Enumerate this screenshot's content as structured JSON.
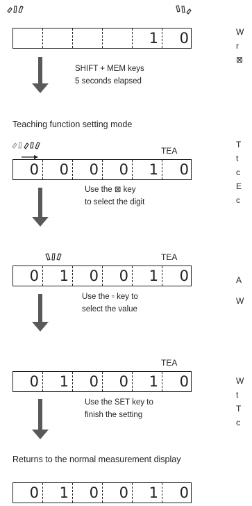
{
  "displays": [
    {
      "digits": [
        "",
        "",
        "",
        "",
        "1",
        "0"
      ]
    },
    {
      "digits": [
        "0",
        "0",
        "0",
        "0",
        "1",
        "0"
      ]
    },
    {
      "digits": [
        "0",
        "1",
        "0",
        "0",
        "1",
        "0"
      ]
    },
    {
      "digits": [
        "0",
        "1",
        "0",
        "0",
        "1",
        "0"
      ]
    },
    {
      "digits": [
        "0",
        "1",
        "0",
        "0",
        "1",
        "0"
      ]
    }
  ],
  "tea_label": "TEA",
  "notes": {
    "shift_mem_line1": "SHIFT + MEM keys",
    "shift_mem_line2": "5 seconds elapsed",
    "select_digit_line1": "Use the ⊠ key",
    "select_digit_line2": "to select the digit",
    "select_value_line1": "Use the ▫ key to",
    "select_value_line2": "select the value",
    "set_line1": "Use the SET key to",
    "set_line2": "finish the setting"
  },
  "labels": {
    "teaching_mode": "Teaching function setting mode",
    "returns": "Returns to the normal measurement display"
  },
  "side_text": {
    "block1": [
      "W",
      "r",
      "⊠"
    ],
    "block2": [
      "T",
      "t",
      "c",
      "E",
      "c"
    ],
    "block3": [
      "A",
      "W"
    ],
    "block4": [
      "W",
      "t",
      "T",
      "c"
    ]
  },
  "icons": {
    "blink": "blinking-indicator-icon",
    "arrow": "down-arrow-icon",
    "shift": "right-arrow-icon"
  }
}
